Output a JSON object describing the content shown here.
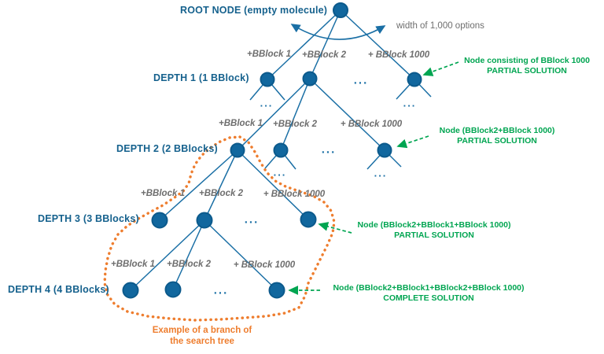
{
  "colors": {
    "node_blue": "#11679E",
    "line_blue": "#1A6FA5",
    "label_teal": "#15618D",
    "edge_label_gray": "#6E6E6E",
    "annotation_green": "#00A551",
    "branch_orange": "#EE7D2E"
  },
  "labels": {
    "root": "ROOT NODE (empty molecule)",
    "width_note": "width of 1,000 options",
    "depth1": "DEPTH 1 (1 BBlock)",
    "depth2": "DEPTH 2 (2 BBlocks)",
    "depth3": "DEPTH 3 (3 BBlocks)",
    "depth4": "DEPTH 4 (4 BBlocks)"
  },
  "ellipsis": "...",
  "edge_rows": [
    [
      "+BBlock 1",
      "+BBlock 2",
      "+ BBlock 1000"
    ],
    [
      "+BBlock 1",
      "+BBlock 2",
      "+ BBlock 1000"
    ],
    [
      "+BBlock 1",
      "+BBlock 2",
      "+ BBlock 1000"
    ],
    [
      "+BBlock 1",
      "+BBlock 2",
      "+ BBlock 1000"
    ]
  ],
  "annotations": [
    {
      "line1": "Node consisting of BBlock 1000",
      "line2": "PARTIAL SOLUTION"
    },
    {
      "line1": "Node (BBlock2+BBlock 1000)",
      "line2": "PARTIAL SOLUTION"
    },
    {
      "line1": "Node (BBlock2+BBlock1+BBlock 1000)",
      "line2": "PARTIAL SOLUTION"
    },
    {
      "line1": "Node (BBlock2+BBlock1+BBlock2+BBlock 1000)",
      "line2": "COMPLETE SOLUTION"
    }
  ],
  "branch_caption": {
    "line1": "Example of a branch of",
    "line2": "the search tree"
  }
}
